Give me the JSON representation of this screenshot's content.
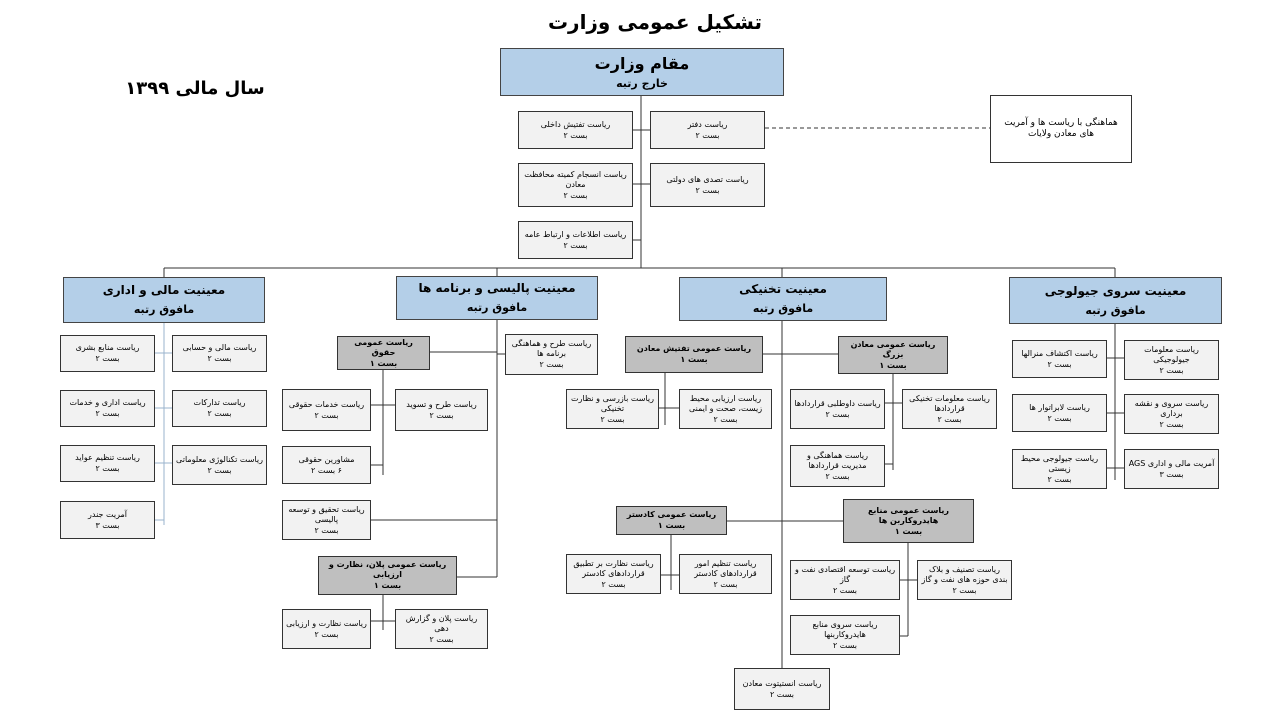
{
  "title": "تشکیل عمومی وزارت",
  "fiscal_year": "سال مالی ۱۳۹۹",
  "ministry": {
    "title": "مقام وزارت",
    "sub": "خارج رتبه"
  },
  "coord_note": "هماهنگی با ریاست ها و آمریت های معادن ولایات",
  "units": {
    "inspection": {
      "title": "ریاست تفتیش داخلی",
      "sub": "بست ۲"
    },
    "office": {
      "title": "ریاست دفتر",
      "sub": "بست ۲"
    },
    "committee": {
      "title": "ریاست انسجام کمیته محافظت معادن",
      "sub": "بست ۲"
    },
    "gov_relations": {
      "title": "ریاست تصدی های دولتی",
      "sub": "بست ۲"
    },
    "info": {
      "title": "ریاست اطلاعات و ارتباط عامه",
      "sub": "بست ۲"
    },
    "dep_finance": {
      "title": "معینیت مالی و اداری",
      "sub": "مافوق رتبه"
    },
    "dep_policy": {
      "title": "معینیت پالیسی و برنامه ها",
      "sub": "مافوق رتبه"
    },
    "dep_tech": {
      "title": "معینیت تخنیکی",
      "sub": "مافوق رتبه"
    },
    "dep_geo": {
      "title": "معینیت سروی جیولوجی",
      "sub": "مافوق رتبه"
    },
    "hr": {
      "title": "ریاست منابع بشری",
      "sub": "بست ۲"
    },
    "fin_acc": {
      "title": "ریاست مالی و حسابی",
      "sub": "بست ۲"
    },
    "admin_srv": {
      "title": "ریاست اداری و خدمات",
      "sub": "بست ۲"
    },
    "procure": {
      "title": "ریاست تدارکات",
      "sub": "بست ۲"
    },
    "revenue": {
      "title": "ریاست تنظیم عواید",
      "sub": "بست ۲"
    },
    "it": {
      "title": "ریاست تکنالوژی معلوماتی",
      "sub": "بست ۲"
    },
    "gender": {
      "title": "آمریت جندر",
      "sub": "بست ۳"
    },
    "legal": {
      "title": "ریاست عمومی حقوق",
      "sub": "بست ۱"
    },
    "plan_coord": {
      "title": "ریاست طرح و هماهنگی برنامه ها",
      "sub": "بست ۲"
    },
    "legal_srv": {
      "title": "ریاست خدمات حقوقی",
      "sub": "بست ۲"
    },
    "drafting": {
      "title": "ریاست طرح و تسوید",
      "sub": "بست ۲"
    },
    "legal_adv": {
      "title": "مشاورین حقوقی",
      "sub": "۶ بست ۲"
    },
    "research": {
      "title": "ریاست تحقیق و توسعه پالیسی",
      "sub": "بست ۲"
    },
    "plan_gen": {
      "title": "ریاست عمومی پلان، نظارت و ارزیابی",
      "sub": "بست ۱"
    },
    "monitor": {
      "title": "ریاست نظارت و ارزیابی",
      "sub": "بست ۲"
    },
    "plan_report": {
      "title": "ریاست پلان و گزارش دهی",
      "sub": "بست ۲"
    },
    "mine_insp": {
      "title": "ریاست عمومی تفتیش معادن",
      "sub": "بست ۱"
    },
    "audit_tech": {
      "title": "ریاست بازرسی و نظارت تخنیکی",
      "sub": "بست ۲"
    },
    "env": {
      "title": "ریاست ارزیابی محیط زیست، صحت و ایمنی",
      "sub": "بست ۲"
    },
    "large_mines": {
      "title": "ریاست عمومی معادن بزرگ",
      "sub": "بست ۱"
    },
    "tender": {
      "title": "ریاست داوطلبی قراردادها",
      "sub": "بست ۲"
    },
    "contract_info": {
      "title": "ریاست معلومات تخنیکی قراردادها",
      "sub": "بست ۲"
    },
    "contract_mgmt": {
      "title": "ریاست هماهنگی و مدیریت قراردادها",
      "sub": "بست ۲"
    },
    "cadastre": {
      "title": "ریاست عمومی کادستر",
      "sub": "بست ۱"
    },
    "cad_monitor": {
      "title": "ریاست نظارت بر تطبیق قراردادهای کادستر",
      "sub": "بست ۲"
    },
    "cad_regulate": {
      "title": "ریاست تنظیم امور قراردادهای کادستر",
      "sub": "بست ۲"
    },
    "hydro": {
      "title": "ریاست عمومی منابع هایدروکاربن ها",
      "sub": "بست ۱"
    },
    "oil_econ": {
      "title": "ریاست توسعه اقتصادی نفت و گاز",
      "sub": "بست ۲"
    },
    "oil_blocks": {
      "title": "ریاست تصنیف و بلاک بندی حوزه های نفت و گاز",
      "sub": "بست ۲"
    },
    "hydro_survey": {
      "title": "ریاست سروی منابع هایدروکاربنها",
      "sub": "بست ۲"
    },
    "institute": {
      "title": "ریاست انستیتوت معادن",
      "sub": "بست ۲"
    },
    "geo_info": {
      "title": "ریاست معلومات جیولوجیکی",
      "sub": "بست ۲"
    },
    "minerals": {
      "title": "ریاست اکتشاف منرالها",
      "sub": "بست ۲"
    },
    "mapping": {
      "title": "ریاست سروی و نقشه برداری",
      "sub": "بست ۲"
    },
    "labs": {
      "title": "ریاست لابراتوار ها",
      "sub": "بست ۲"
    },
    "env_geo": {
      "title": "ریاست جیولوجی محیط زیستی",
      "sub": "بست ۲"
    },
    "ags": {
      "title": "آمریت مالی و اداری AGS",
      "sub": "بست ۳"
    }
  }
}
